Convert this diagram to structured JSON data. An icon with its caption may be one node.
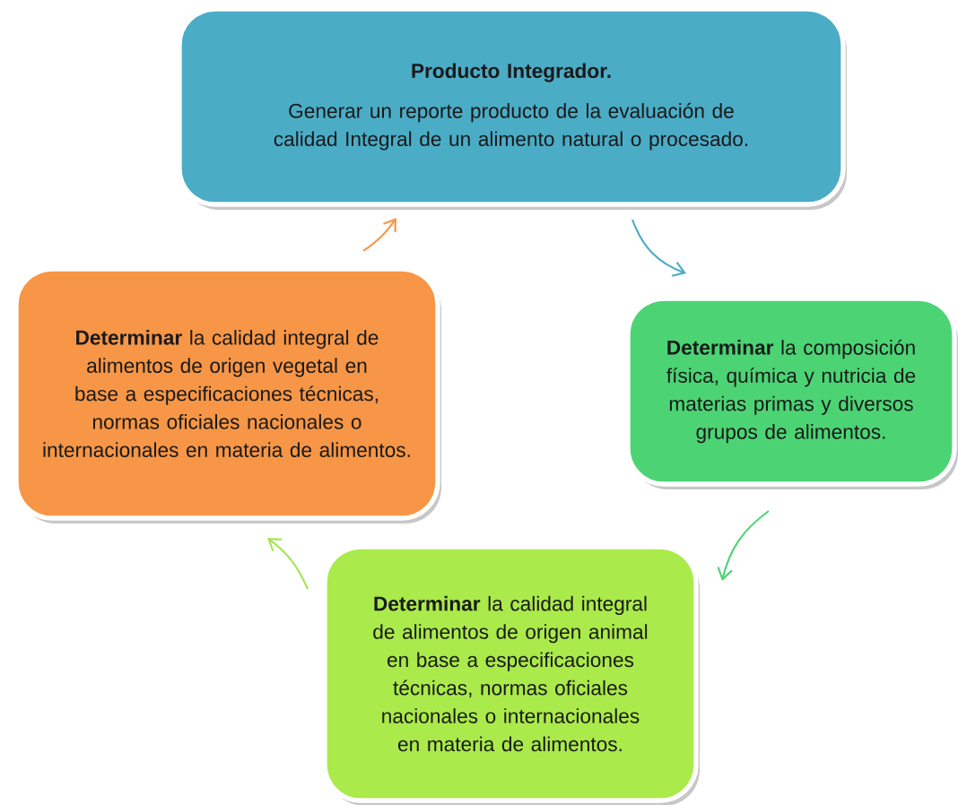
{
  "diagram": {
    "nodes": [
      {
        "text": [
          "Producto Integrador.",
          "Generar un reporte producto de la evaluación de calidad Integral de un alimento natural o procesado."
        ]
      },
      {
        "text": [
          "**Determinar** la composición física, química y nutricia  de materias primas y diversos grupos de alimentos."
        ]
      },
      {
        "text": [
          "**Determinar** la calidad integral de alimentos de origen animal en base a especificaciones técnicas, normas oficiales nacionales o internacionales en materia de alimentos."
        ]
      },
      {
        "text": [
          "**Determinar** la calidad integral de alimentos de origen  vegetal en base a especificaciones técnicas, normas oficiales nacionales o internacionales en materia de alimentos."
        ]
      }
    ],
    "edges": [
      {
        "from": 0,
        "to": 1,
        "arrow": "to",
        "color": "#4bacc6"
      },
      {
        "from": 1,
        "to": 2,
        "arrow": "to",
        "color": "#4cd474"
      },
      {
        "from": 2,
        "to": 3,
        "arrow": "to",
        "color": "#a6e454"
      },
      {
        "from": 3,
        "to": 0,
        "arrow": "to",
        "color": "#f79646"
      }
    ]
  }
}
